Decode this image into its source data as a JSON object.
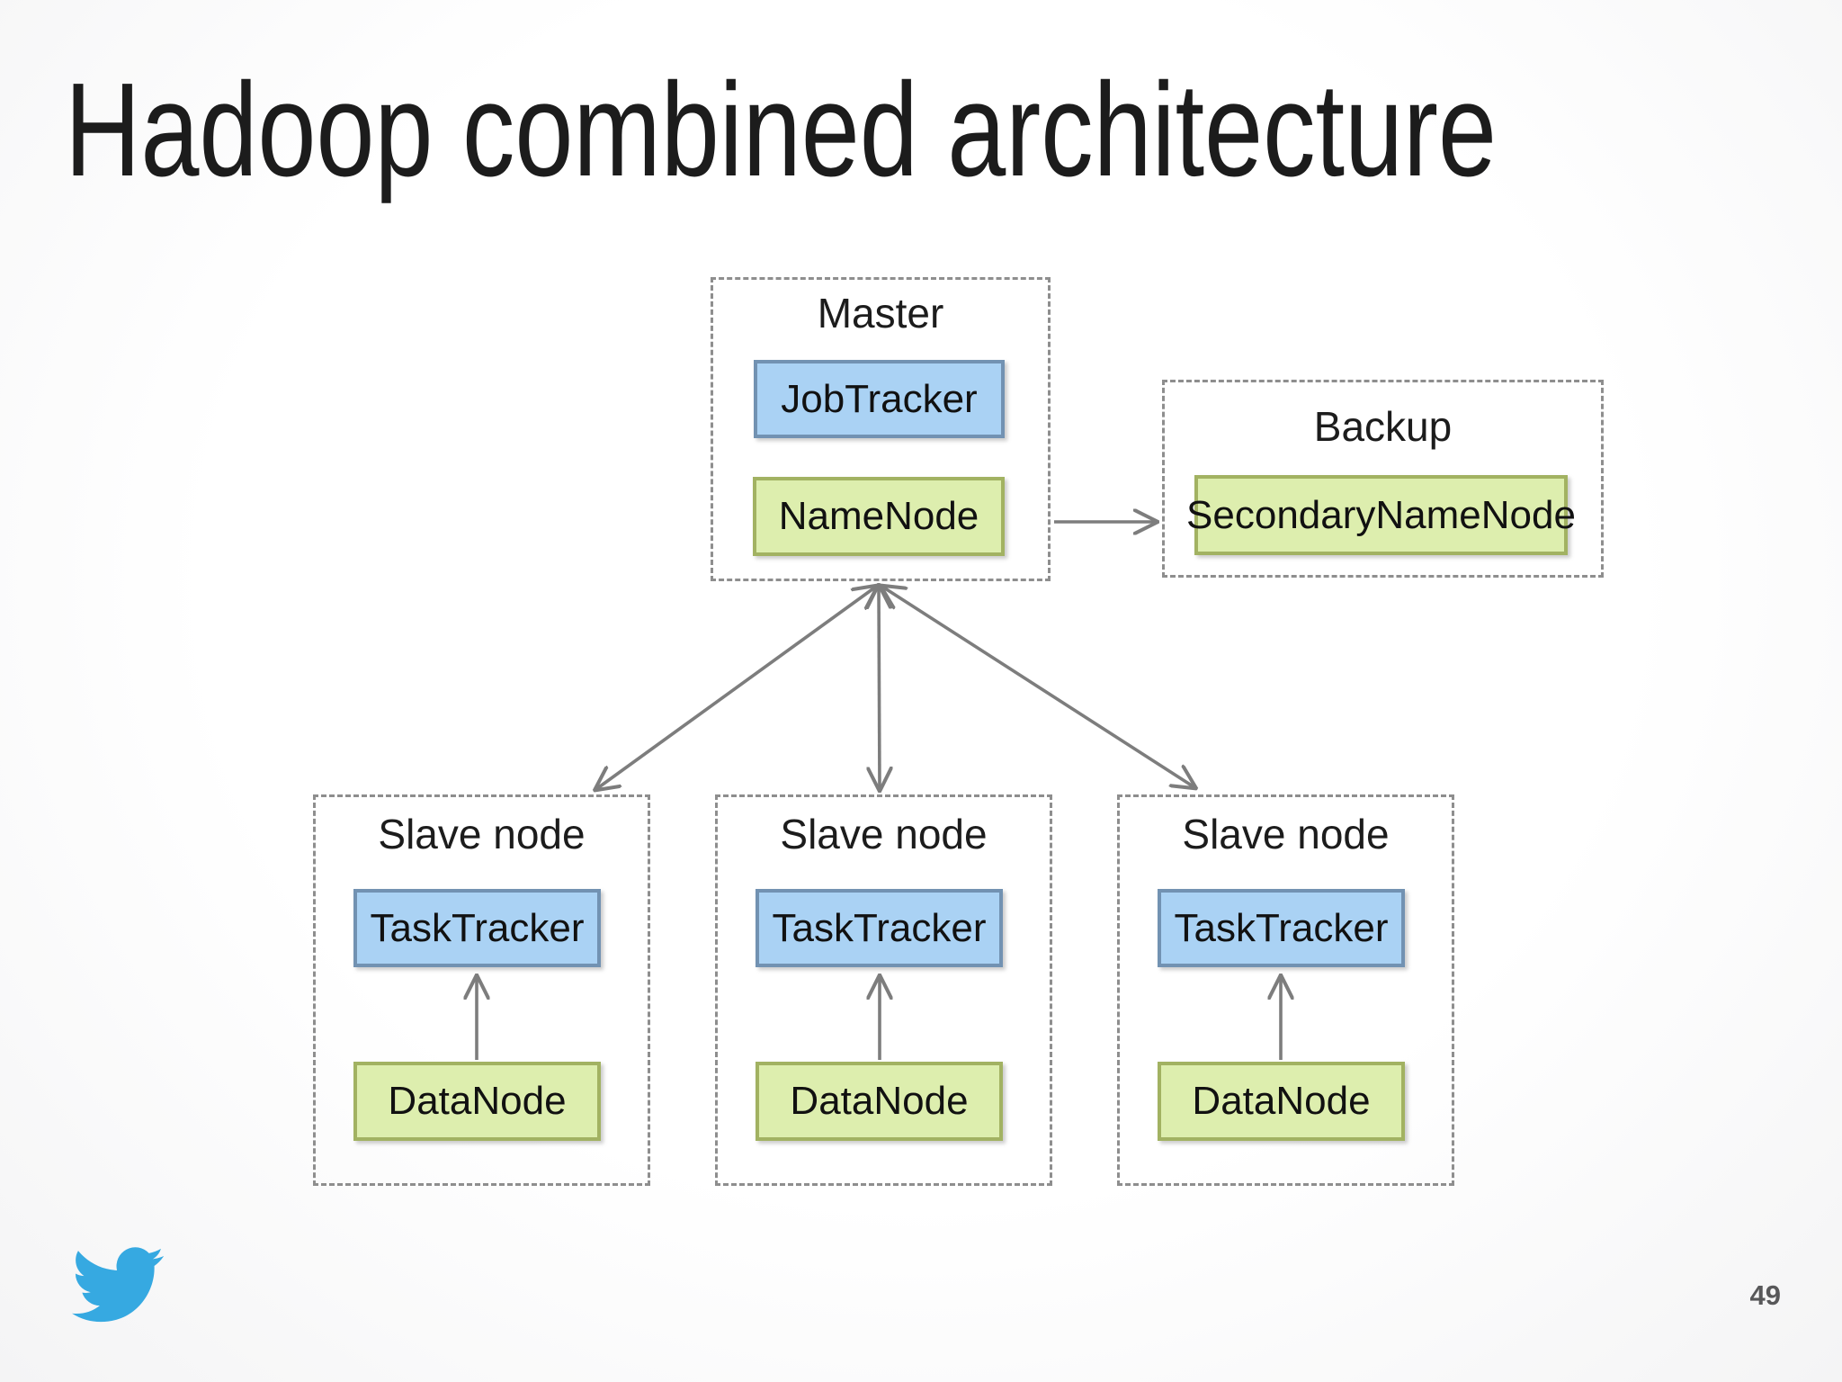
{
  "slide": {
    "title": "Hadoop combined architecture",
    "page_number": "49",
    "branding_icon": "twitter-bird"
  },
  "colors": {
    "blue_fill": "#aad2f4",
    "blue_border": "#7292b2",
    "green_fill": "#ddeeae",
    "green_border": "#a2b262",
    "dashed_border": "#8e8e8e",
    "arrow": "#7d7d7d",
    "twitter_blue": "#36a9e1",
    "title_text": "#1c1c1c",
    "node_text": "#111111",
    "page_number_text": "#58585a"
  },
  "diagram": {
    "master": {
      "label": "Master",
      "children": [
        "JobTracker",
        "NameNode"
      ]
    },
    "backup": {
      "label": "Backup",
      "children": [
        "SecondaryNameNode"
      ]
    },
    "slaves": [
      {
        "label": "Slave node",
        "children": [
          "TaskTracker",
          "DataNode"
        ]
      },
      {
        "label": "Slave node",
        "children": [
          "TaskTracker",
          "DataNode"
        ]
      },
      {
        "label": "Slave node",
        "children": [
          "TaskTracker",
          "DataNode"
        ]
      }
    ],
    "edges": [
      {
        "from": "NameNode",
        "to": "SecondaryNameNode",
        "arrows": "end"
      },
      {
        "from": "Master",
        "to": "Slave node 1",
        "arrows": "both"
      },
      {
        "from": "Master",
        "to": "Slave node 2",
        "arrows": "both"
      },
      {
        "from": "Master",
        "to": "Slave node 3",
        "arrows": "both"
      },
      {
        "from": "DataNode 1",
        "to": "TaskTracker 1",
        "arrows": "end"
      },
      {
        "from": "DataNode 2",
        "to": "TaskTracker 2",
        "arrows": "end"
      },
      {
        "from": "DataNode 3",
        "to": "TaskTracker 3",
        "arrows": "end"
      }
    ]
  }
}
